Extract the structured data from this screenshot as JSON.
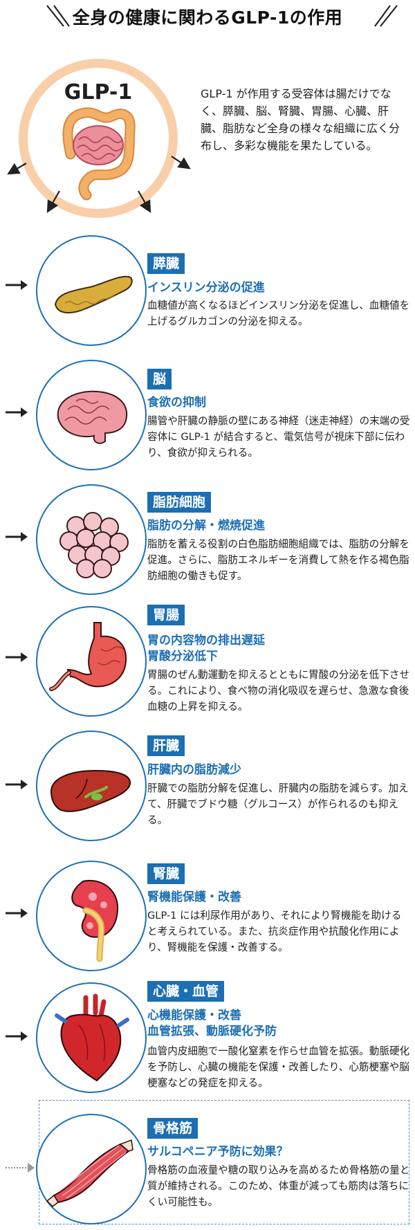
{
  "title": "全身の健康に関わるGLP-1の作用",
  "intro": {
    "label": "GLP-1",
    "text": "GLP-1 が作用する受容体は腸だけでなく、膵臓、脳、腎臓、胃腸、心臓、肝臓、脂肪など全身の様々な組織に広く分布し、多彩な機能を果たしている。"
  },
  "organs": [
    {
      "name": "膵臓",
      "heading": "インスリン分泌の促進",
      "desc": "血糖値が高くなるほどインスリン分泌を促進し、血糖値を上げるグルカゴンの分泌を抑える。"
    },
    {
      "name": "脳",
      "heading": "食欲の抑制",
      "desc": "腸管や肝臓の静脈の壁にある神経（迷走神経）の末端の受容体に GLP-1 が結合すると、電気信号が視床下部に伝わり、食欲が抑えられる。"
    },
    {
      "name": "脂肪細胞",
      "heading": "脂肪の分解・燃焼促進",
      "desc": "脂肪を蓄える役割の白色脂肪細胞組織では、脂肪の分解を促進。さらに、脂肪エネルギーを消費して熱を作る褐色脂肪細胞の働きも促す。"
    },
    {
      "name": "胃腸",
      "heading": "胃の内容物の排出遅延",
      "heading2": "胃酸分泌低下",
      "desc": "胃腸のぜん動運動を抑えるとともに胃酸の分泌を低下させる。これにより、食べ物の消化吸収を遅らせ、急激な食後血糖の上昇を抑える。"
    },
    {
      "name": "肝臓",
      "heading": "肝臓内の脂肪減少",
      "desc": "肝臓での脂肪分解を促進し、肝臓内の脂肪を減らす。加えて、肝臓でブドウ糖（グルコース）が作られるのも抑える。"
    },
    {
      "name": "腎臓",
      "heading": "腎機能保護・改善",
      "desc": "GLP-1 には利尿作用があり、それにより腎機能を助けると考えられている。また、抗炎症作用や抗酸化作用により、腎機能を保護・改善する。"
    },
    {
      "name": "心臓・血管",
      "heading": "心機能保護・改善",
      "heading2": "血管拡張、動脈硬化予防",
      "desc": "血管内皮細胞で一酸化窒素を作らせ血管を拡張。動脈硬化を予防し、心臓の機能を保護・改善したり、心筋梗塞や脳梗塞などの発症を抑える。"
    },
    {
      "name": "骨格筋",
      "heading": "サルコペニア予防に効果？",
      "desc": "骨格筋の血液量や糖の取り込みを高めるため骨格筋の量と質が維持される。このため、体重が減っても筋肉は落ちにくい可能性も。"
    }
  ],
  "colors": {
    "accent_blue": "#1c6fb3",
    "intro_ring": "#f8cfa8",
    "organ_pink": "#e8848f",
    "organ_red": "#d12a2a",
    "pancreas_yellow": "#d9ad3c"
  },
  "icons": [
    "intestine-icon",
    "pancreas-icon",
    "brain-icon",
    "fat-cells-icon",
    "stomach-icon",
    "liver-icon",
    "kidney-icon",
    "heart-icon",
    "muscle-icon"
  ]
}
